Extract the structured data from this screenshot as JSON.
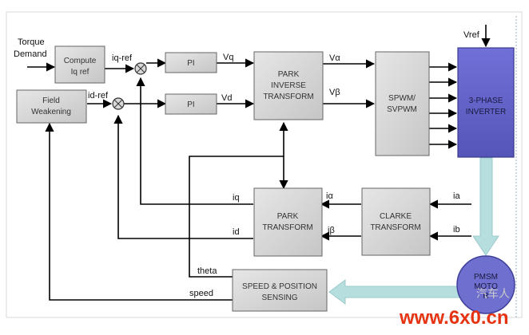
{
  "inputs": {
    "torque_demand": [
      "Torque",
      "Demand"
    ],
    "vref": "Vref"
  },
  "blocks": {
    "compute_iq_ref": [
      "Compute",
      "Iq ref"
    ],
    "field_weakening": [
      "Field",
      "Weakening"
    ],
    "pi_q": "PI",
    "pi_d": "PI",
    "park_inverse": [
      "PARK",
      "INVERSE",
      "TRANSFORM"
    ],
    "spwm": [
      "SPWM/",
      "SVPWM"
    ],
    "inverter": [
      "3-PHASE",
      "INVERTER"
    ],
    "park_transform": [
      "PARK",
      "TRANSFORM"
    ],
    "clarke_transform": [
      "CLARKE",
      "TRANSFORM"
    ],
    "speed_sensing": [
      "SPEED & POSITION",
      "SENSING"
    ],
    "motor": [
      "PMSM",
      "MOTO",
      "R"
    ]
  },
  "signals": {
    "iq_ref": "iq-ref",
    "id_ref": "id-ref",
    "vq": "Vq",
    "vd": "Vd",
    "v_alpha": "Vα",
    "v_beta": "Vβ",
    "iq": "iq",
    "id": "id",
    "i_alpha": "iα",
    "i_beta": "iβ",
    "ia": "ia",
    "ib": "ib",
    "theta": "theta",
    "speed": "speed"
  },
  "watermark": {
    "site": "www.6x0.cn",
    "cn": "汽车人"
  },
  "colors": {
    "block_fill": "#d4d4d4",
    "inverter_fill": "#6666cc",
    "motor_fill": "#6f6fcf",
    "feedback_arrow": "#b6dede",
    "watermark": "#e63312"
  }
}
